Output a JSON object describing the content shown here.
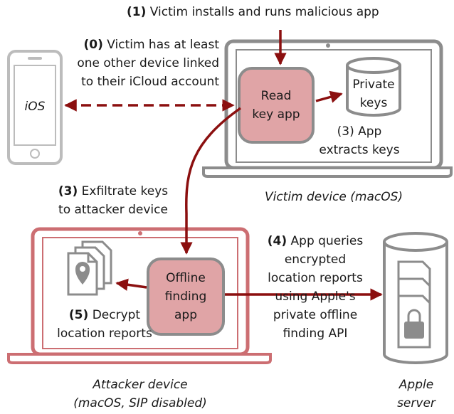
{
  "steps": {
    "s1": {
      "num": "(1)",
      "text": "Victim installs and runs malicious app"
    },
    "s0": {
      "num": "(0)",
      "line1": "Victim has at least",
      "line2": "one other device linked",
      "line3": "to their iCloud account"
    },
    "s3a": {
      "text1": "(3) App",
      "text2": "extracts keys"
    },
    "s3b": {
      "num": "(3)",
      "line1": "Exfiltrate keys",
      "line2": "to attacker device"
    },
    "s4": {
      "num": "(4)",
      "line1": "App queries",
      "line2": "encrypted",
      "line3": "location reports",
      "line4": "using Apple's",
      "line5": "private offline",
      "line6": "finding API"
    },
    "s5": {
      "num": "(5)",
      "line1": "Decrypt",
      "line2": "location reports"
    }
  },
  "nodes": {
    "ios": "iOS",
    "read_key_app": {
      "line1": "Read",
      "line2": "key app"
    },
    "private_keys": {
      "line1": "Private",
      "line2": "keys"
    },
    "offline_app": {
      "line1": "Offline",
      "line2": "finding",
      "line3": "app"
    }
  },
  "captions": {
    "victim": "Victim device (macOS)",
    "attacker1": "Attacker device",
    "attacker2": "(macOS, SIP disabled)",
    "apple1": "Apple",
    "apple2": "server"
  },
  "colors": {
    "arrow": "#8b0f0f",
    "app_fill": "#e0a4a6",
    "device_gray": "#8c8c8c",
    "attacker_red": "#cc6e72"
  }
}
